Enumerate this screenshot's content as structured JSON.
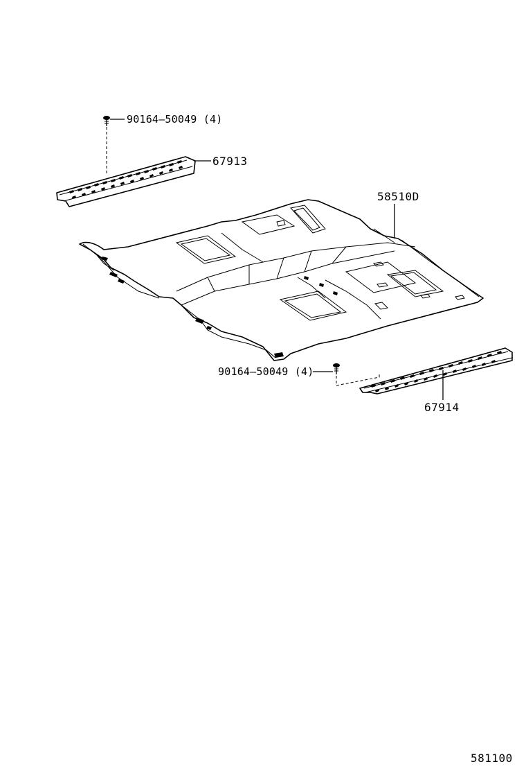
{
  "diagram": {
    "callouts": [
      {
        "id": "screw_top",
        "label": "90164–50049 (4)"
      },
      {
        "id": "scuff_plate_left",
        "label": "67913"
      },
      {
        "id": "floor_carpet",
        "label": "58510D"
      },
      {
        "id": "screw_bottom",
        "label": "90164–50049 (4)"
      },
      {
        "id": "scuff_plate_right",
        "label": "67914"
      }
    ],
    "reference_number": "581100"
  }
}
